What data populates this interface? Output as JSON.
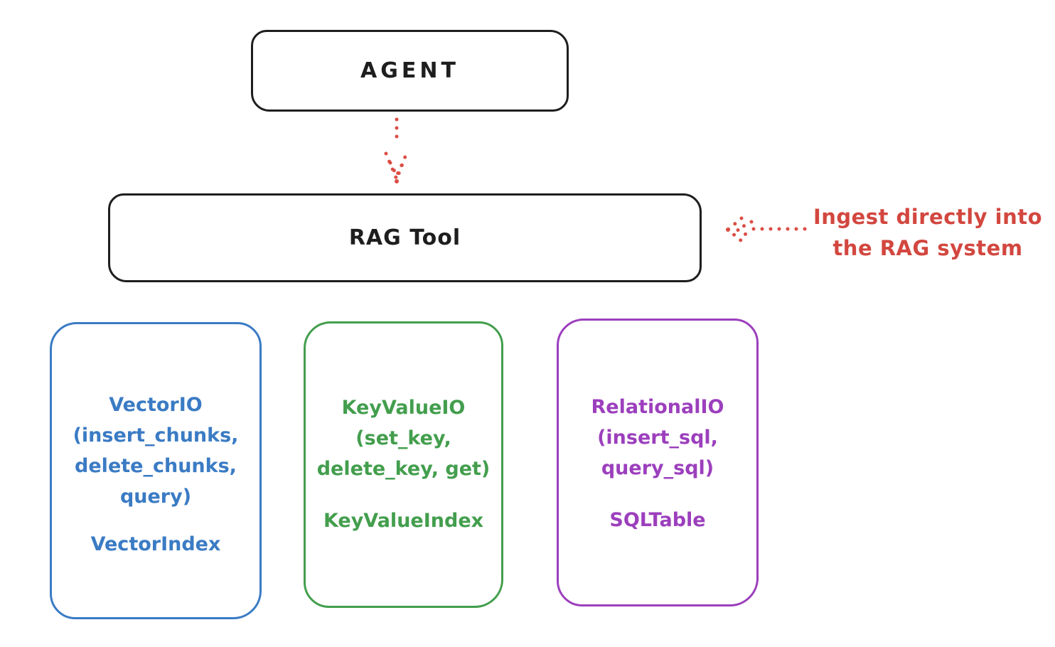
{
  "agent_box": {
    "label": "AGENT"
  },
  "rag_tool_box": {
    "label": "RAG Tool"
  },
  "annotation": {
    "lines": [
      "Ingest directly into",
      "the RAG system"
    ],
    "color": "#d2473f"
  },
  "io_boxes": [
    {
      "name": "vector-io-box",
      "color": "#3a7bc4",
      "lines": [
        "VectorIO",
        "(insert_chunks,",
        "delete_chunks,",
        "query)"
      ],
      "index_label": "VectorIndex"
    },
    {
      "name": "keyvalue-io-box",
      "color": "#439e4d",
      "lines": [
        "KeyValueIO",
        "(set_key,",
        "delete_key, get)"
      ],
      "index_label": "KeyValueIndex"
    },
    {
      "name": "relational-io-box",
      "color": "#9c3fbd",
      "lines": [
        "RelationalIO",
        "(insert_sql,",
        "query_sql)"
      ],
      "index_label": "SQLTable"
    }
  ],
  "connectors": [
    {
      "name": "agent-to-rag-tool-arrow",
      "style": "dotted",
      "direction": "down",
      "color": "#db4d44"
    },
    {
      "name": "annotation-to-rag-tool-arrow",
      "style": "dotted",
      "direction": "left",
      "color": "#db4d44"
    }
  ],
  "colors": {
    "stroke_black": "#1e1e1e",
    "red": "#d2473f",
    "blue": "#3a7bc4",
    "green": "#439e4d",
    "purple": "#9c3fbd",
    "background": "#ffffff"
  }
}
